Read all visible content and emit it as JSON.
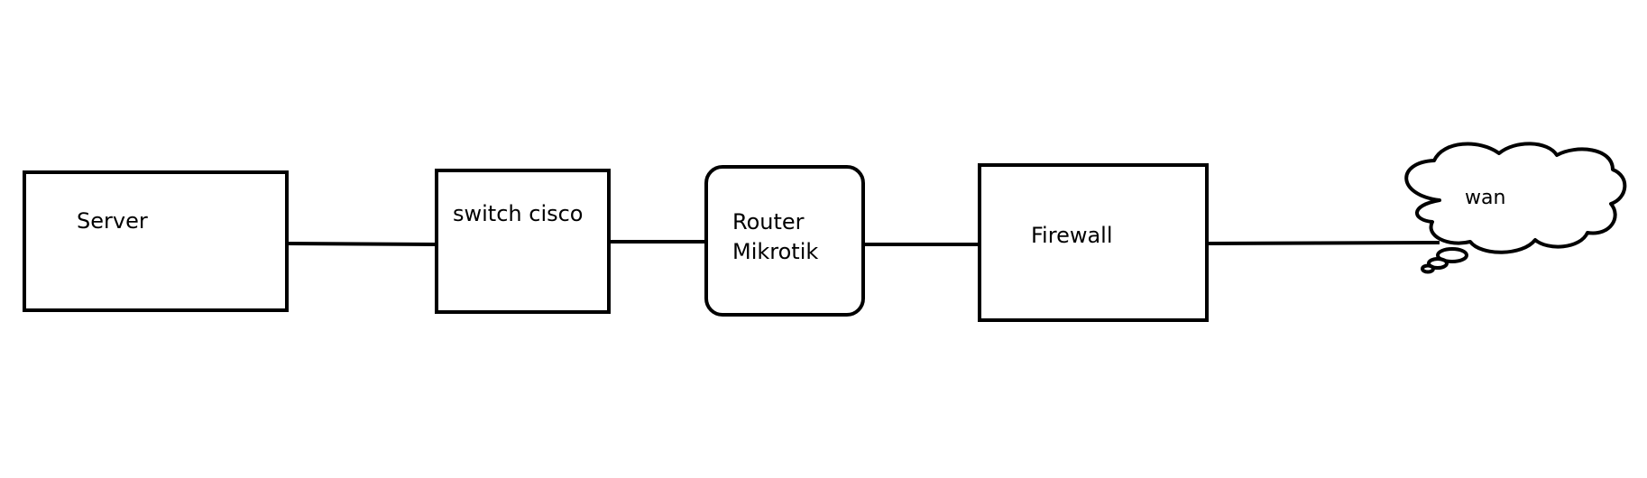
{
  "diagram": {
    "nodes": {
      "server": {
        "label": "Server"
      },
      "switch": {
        "label": "switch cisco"
      },
      "router": {
        "line1": "Router",
        "line2": "Mikrotik"
      },
      "firewall": {
        "label": "Firewall"
      },
      "wan": {
        "label": "wan"
      }
    },
    "connections": [
      {
        "from": "Server",
        "to": "switch cisco"
      },
      {
        "from": "switch cisco",
        "to": "Router Mikrotik"
      },
      {
        "from": "Router Mikrotik",
        "to": "Firewall"
      },
      {
        "from": "Firewall",
        "to": "wan"
      }
    ]
  }
}
